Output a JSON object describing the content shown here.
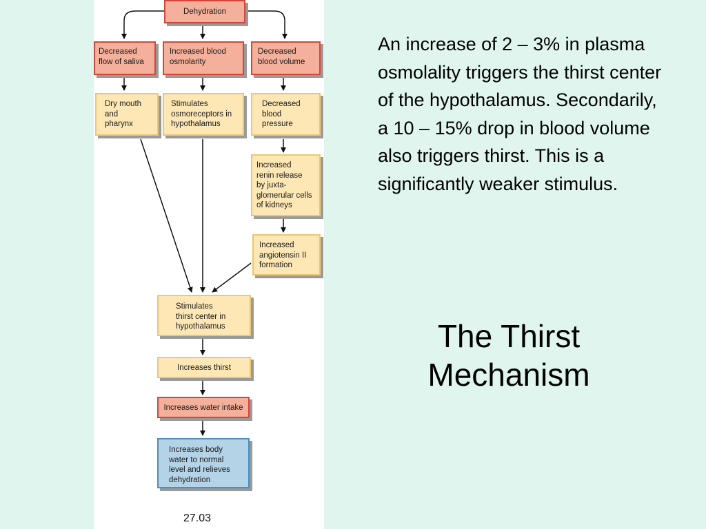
{
  "diagram": {
    "nodes": {
      "dehydration": "Dehydration",
      "decreased_saliva": "Decreased\nflow of saliva",
      "increased_osmolarity": "Increased blood\nosmolarity",
      "decreased_blood_volume": "Decreased\nblood volume",
      "dry_mouth": "Dry mouth\nand\npharynx",
      "stimulates_osmoreceptors": "Stimulates\nosmoreceptors in\nhypothalamus",
      "decreased_pressure": "Decreased\nblood\npressure",
      "increased_renin": "Increased\nrenin release\nby juxta-\nglomerular cells\nof kidneys",
      "increased_angiotensin": "Increased\nangiotensin II\nformation",
      "stimulates_thirst_center": "Stimulates\nthirst center in\nhypothalamus",
      "increases_thirst": "Increases thirst",
      "increases_water_intake": "Increases water intake",
      "increases_body_water": "Increases body\nwater to normal\nlevel and relieves\ndehydration"
    },
    "figure_number": "27.03",
    "colors": {
      "red_fill": "#f4b09a",
      "red_border": "#d7453a",
      "yellow_fill": "#fde7b5",
      "yellow_border": "#eec66f",
      "blue_fill": "#b4d3e6",
      "blue_border": "#4a8fbf"
    }
  },
  "body_text": "An increase of 2 – 3% in plasma osmolality triggers the thirst center of the hypothalamus. Secondarily, a 10 – 15% drop in blood volume also triggers thirst. This is a significantly weaker stimulus.",
  "title": "The Thirst Mechanism"
}
